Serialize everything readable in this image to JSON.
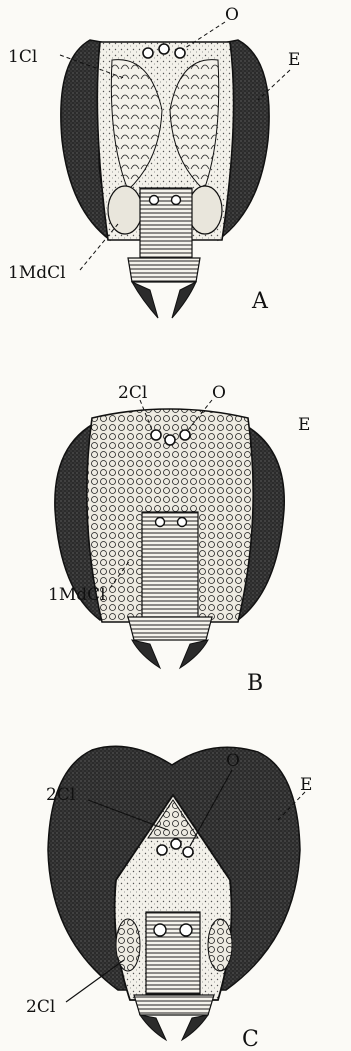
{
  "figures": [
    {
      "letter": "A",
      "labels": {
        "gland_primary": "1Cl",
        "ocelli": "O",
        "eye": "E",
        "mandibular_gland": "1MdCl"
      }
    },
    {
      "letter": "B",
      "labels": {
        "gland_secondary": "2Cl",
        "ocelli": "O",
        "eye": "E",
        "mandibular_gland": "1MdCl"
      }
    },
    {
      "letter": "C",
      "labels": {
        "gland_secondary_top": "2Cl",
        "ocelli": "O",
        "eye": "E",
        "gland_secondary_bottom": "2Cl"
      }
    }
  ],
  "colors": {
    "ink": "#111111",
    "paper": "#fbfaf6",
    "eye_fill": "#2b2b2b"
  }
}
